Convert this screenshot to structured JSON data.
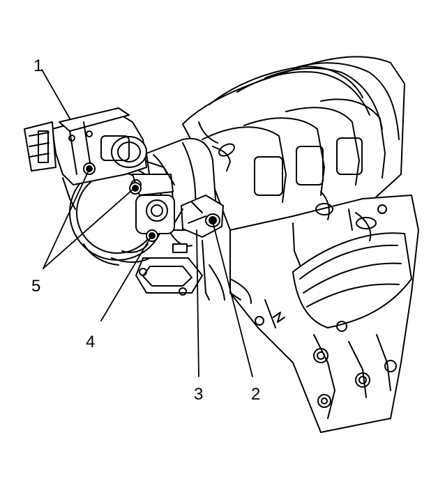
{
  "figure": {
    "line_color": "#000000",
    "background": "#ffffff",
    "callouts": [
      {
        "id": "1",
        "label": "1"
      },
      {
        "id": "2",
        "label": "2"
      },
      {
        "id": "3",
        "label": "3"
      },
      {
        "id": "4",
        "label": "4"
      },
      {
        "id": "5",
        "label": "5"
      }
    ]
  }
}
